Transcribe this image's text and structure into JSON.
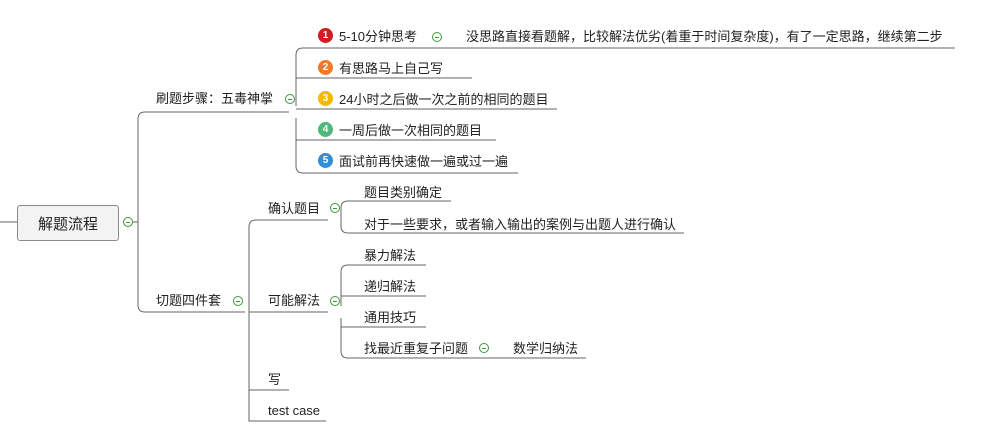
{
  "root": {
    "label": "解题流程"
  },
  "branch1": {
    "label": "刷题步骤：五毒神掌",
    "steps": [
      {
        "number": "1",
        "label": "5-10分钟思考",
        "note": "没思路直接看题解，比较解法优劣(着重于时间复杂度)，有了一定思路，继续第二步",
        "color": "#cc1f1f"
      },
      {
        "number": "2",
        "label": "有思路马上自己写",
        "color": "#f07a2a"
      },
      {
        "number": "3",
        "label": "24小时之后做一次之前的相同的题目",
        "color": "#f5b800"
      },
      {
        "number": "4",
        "label": "一周后做一次相同的题目",
        "color": "#4fb87a"
      },
      {
        "number": "5",
        "label": "面试前再快速做一遍或过一遍",
        "color": "#2f8fd8"
      }
    ]
  },
  "branch2": {
    "label": "切题四件套",
    "confirm": {
      "label": "确认题目",
      "items": [
        "题目类别确定",
        "对于一些要求，或者输入输出的案例与出题人进行确认"
      ]
    },
    "solutions": {
      "label": "可能解法",
      "items": [
        "暴力解法",
        "递归解法",
        "通用技巧",
        "找最近重复子问题"
      ],
      "sub_note": "数学归纳法"
    },
    "write": {
      "label": "写"
    },
    "testcase": {
      "label": "test case"
    }
  },
  "colors": {
    "line": "#666666",
    "toggle": "#3a9a3a",
    "root_bg": "#f3f3f3"
  }
}
